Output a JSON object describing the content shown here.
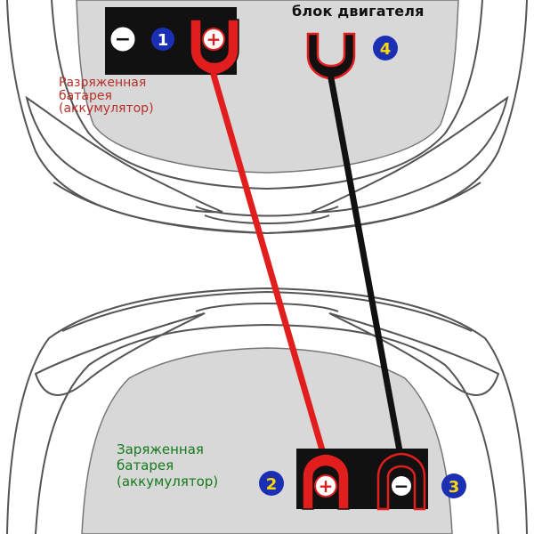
{
  "labels": {
    "dead_battery": [
      "Разряженная",
      "батарея",
      "(аккумулятор)"
    ],
    "charged_battery": [
      "Заряженная",
      "батарея",
      "(аккумулятор)"
    ],
    "engine_block": "блок двигателя"
  },
  "steps": [
    "1",
    "2",
    "3",
    "4"
  ],
  "signs": {
    "plus": "+",
    "minus": "−"
  },
  "colors": {
    "red_cable": "#e11d1d",
    "black_cable": "#111111",
    "step_badge": "#1b2fb5",
    "battery_body": "#111111",
    "engine_bay": "#d8d8d8",
    "car_outline": "#555555"
  }
}
